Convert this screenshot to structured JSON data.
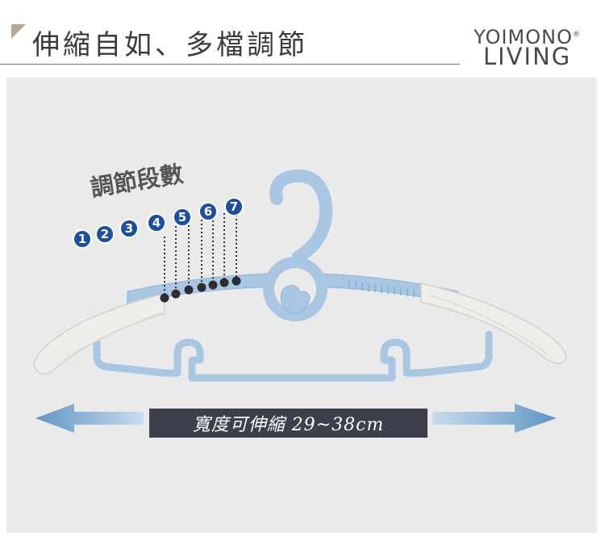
{
  "header": {
    "headline": "伸縮自如、多檔調節",
    "brand_line1": "YOIMONO",
    "brand_reg": "®",
    "brand_line2": "LIVING"
  },
  "diagram": {
    "levels_title": "調節段數",
    "levels": [
      "1",
      "2",
      "3",
      "4",
      "5",
      "6",
      "7"
    ],
    "width_label": "寬度可伸縮 29~38cm"
  },
  "colors": {
    "badge": "#1d4f9e",
    "hanger": "#a9c7e3",
    "arms": "#ededea",
    "label_bg": "#3c3f4c",
    "arrow": "#6a9ec9"
  }
}
